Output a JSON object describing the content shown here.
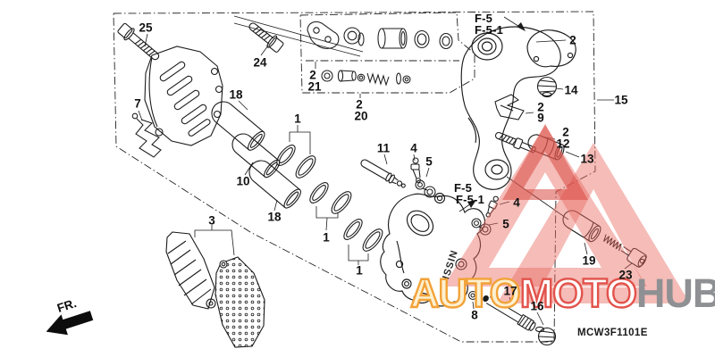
{
  "diagram_code": "MCW3F1101E",
  "direction_label": "FR.",
  "caliper_brand": "NISSIN",
  "page_refs": {
    "top": {
      "line1": "F-5",
      "line2": "F-5-1"
    },
    "mid": {
      "line1": "F-5",
      "line2": "F-5-1"
    }
  },
  "callouts": [
    {
      "text": "25"
    },
    {
      "text": "24"
    },
    {
      "text": "18"
    },
    {
      "text": "7"
    },
    {
      "text": "10"
    },
    {
      "text": "18"
    },
    {
      "text": "3"
    },
    {
      "text": "1"
    },
    {
      "text": "1"
    },
    {
      "text": "1"
    },
    {
      "text": "2"
    },
    {
      "text": "21"
    },
    {
      "text": "2"
    },
    {
      "text": "20"
    },
    {
      "text": "11"
    },
    {
      "text": "4"
    },
    {
      "text": "5"
    },
    {
      "text": "2"
    },
    {
      "text": "14"
    },
    {
      "text": "15"
    },
    {
      "text": "2"
    },
    {
      "text": "9"
    },
    {
      "text": "2"
    },
    {
      "text": "12"
    },
    {
      "text": "13"
    },
    {
      "text": "4"
    },
    {
      "text": "5"
    },
    {
      "text": "19"
    },
    {
      "text": "23"
    },
    {
      "text": "17"
    },
    {
      "text": "16"
    },
    {
      "text": "8"
    }
  ],
  "watermark": {
    "word_part_1": "AUTO",
    "word_part_2": "MOTO",
    "word_part_3": "HUB",
    "colors": {
      "auto_fill": "#fdf0d0",
      "auto_stroke": "#f2a238",
      "moto_fill": "#ffffff",
      "moto_stroke": "#e2534b",
      "hub_fill": "#8f9093",
      "triangle_light": "#e96b62",
      "triangle_dark": "#d94b43"
    }
  },
  "line_color": "#1b1b1b"
}
